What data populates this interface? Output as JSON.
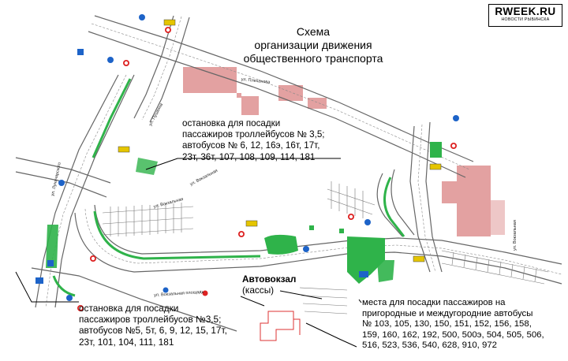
{
  "title": {
    "line1": "Схема",
    "line2": "организации движения",
    "line3": "общественного транспорта"
  },
  "brand": {
    "name": "RWEEK.RU",
    "tagline": "НОВОСТИ РЫБИНСКА"
  },
  "stop_north": {
    "line1": "остановка для посадки",
    "line2": "пассажиров троллейбусов № 3,5;",
    "line3": "автобусов № 6, 12, 16э, 16т, 17т,",
    "line4": "23т, 36т, 107, 108, 109, 114, 181"
  },
  "stop_south": {
    "line1": "остановка для посадки",
    "line2": "пассажиров троллейбусов №3,5;",
    "line3": "автобусов №5, 5т, 6, 9, 12, 15, 17т,",
    "line4": "23т, 101, 104, 111, 181"
  },
  "bus_station": {
    "name": "Автовокзал",
    "sub": "(кассы)"
  },
  "intercity": {
    "line1": "места для посадки пассажиров на",
    "line2": "пригородные и междугородние автобусы",
    "line3": "№ 103, 105, 130, 150, 151, 152, 156, 158,",
    "line4": "159, 160, 162, 192, 500, 500э, 504, 505, 506,",
    "line5": "516, 523, 536, 540, 628, 910, 972"
  },
  "streets": {
    "plekhanova": "ул. Плеханова",
    "pushkina": "ул. Пушкина",
    "vokzalnaya_top": "ул. Вокзальная",
    "lunacharskogo": "ул. Луначарского",
    "vokzalnaya_mid": "ул. Вокзальная",
    "vokzalnaya_plosh": "ул. Вокзальная площадь",
    "vokzalnaya_right": "ул. Вокзальная"
  },
  "colors": {
    "green": "#2fb34a",
    "building": "#e3a1a1",
    "road_line": "#555555"
  }
}
